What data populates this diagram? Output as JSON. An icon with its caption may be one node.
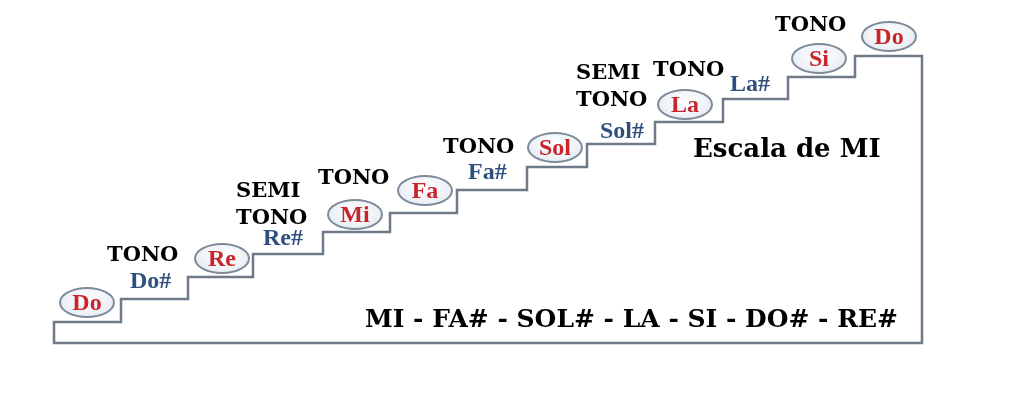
{
  "diagram": {
    "title": "Escala de MI",
    "nodes": [
      {
        "text": [
          "Do"
        ]
      },
      {
        "text": [
          "Re"
        ]
      },
      {
        "text": [
          "Mi"
        ]
      },
      {
        "text": [
          "Fa"
        ]
      },
      {
        "text": [
          "Sol"
        ]
      },
      {
        "text": [
          "La"
        ]
      },
      {
        "text": [
          "Si"
        ]
      },
      {
        "text": [
          "Do"
        ]
      }
    ],
    "labels": [
      "TONO",
      "Do#",
      "SEMI TONO",
      "Re#",
      "TONO",
      "TONO",
      "Fa#",
      "SEMI TONO",
      "Sol#",
      "TONO",
      "La#",
      "TONO",
      "MI - FA# - SOL# - LA - SI - DO# - RE#"
    ]
  }
}
